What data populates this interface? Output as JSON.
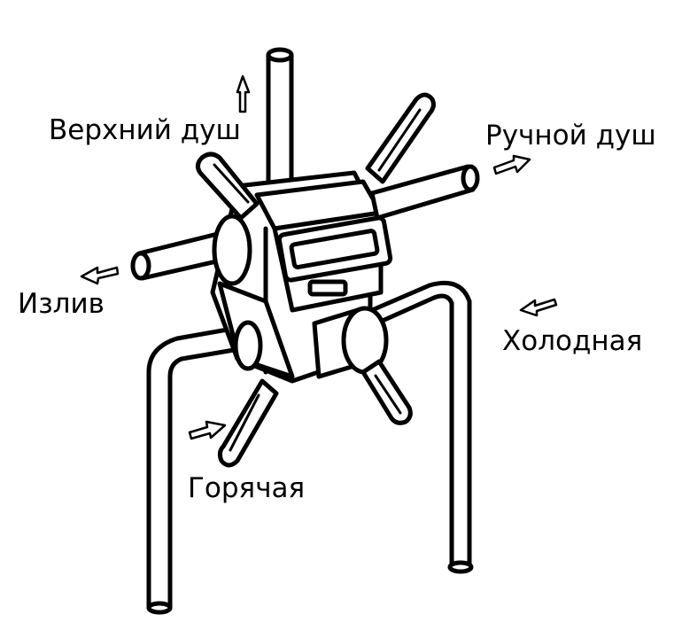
{
  "labels": {
    "top_shower": "Верхний душ",
    "hand_shower": "Ручной душ",
    "spout": "Излив",
    "cold": "Холодная",
    "hot": "Горячая"
  },
  "colors": {
    "stroke": "#000000",
    "fill": "#ffffff",
    "shade": "#d9d9d9"
  }
}
